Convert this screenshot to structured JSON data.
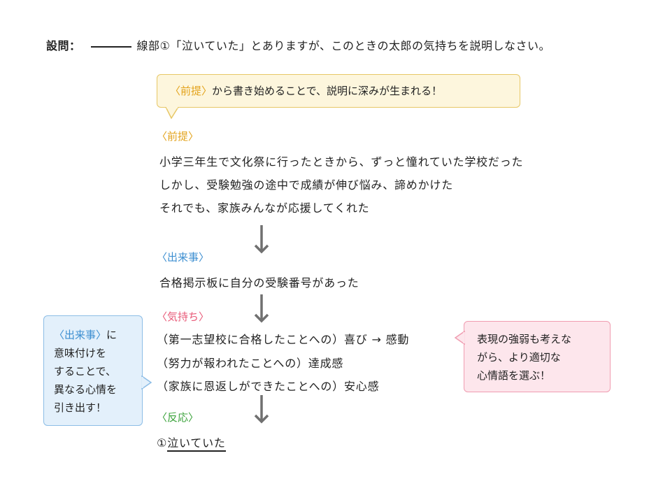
{
  "question": {
    "label": "設問：",
    "text": "線部①「泣いていた」とありますが、このときの太郎の気持ちを説明しなさい。"
  },
  "tip_top": {
    "highlight": "〈前提〉",
    "text": "から書き始めることで、説明に深みが生まれる！"
  },
  "premise": {
    "label": "〈前提〉",
    "lines": [
      "小学三年生で文化祭に行ったときから、ずっと憧れていた学校だった",
      "しかし、受験勉強の途中で成績が伸び悩み、諦めかけた",
      "それでも、家族みんなが応援してくれた"
    ]
  },
  "event": {
    "label": "〈出来事〉",
    "lines": [
      "合格掲示板に自分の受験番号があった"
    ]
  },
  "feeling": {
    "label": "〈気持ち〉",
    "lines": [
      "（第一志望校に合格したことへの）喜び → 感動",
      "（努力が報われたことへの）達成感",
      "（家族に恩返しができたことへの）安心感"
    ]
  },
  "reaction": {
    "label": "〈反応〉",
    "prefix": "①",
    "text": "泣いていた"
  },
  "tip_left": {
    "highlight": "〈出来事〉",
    "line1_rest": "に",
    "lines": [
      "意味付けを",
      "することで、",
      "異なる心情を",
      "引き出す！"
    ]
  },
  "tip_right": {
    "lines": [
      "表現の強弱も考えな",
      "がら、より適切な",
      "心情語を選ぶ！"
    ]
  },
  "colors": {
    "premise": "#e3a31c",
    "event": "#3d8fd1",
    "feeling": "#e85a78",
    "reaction": "#3ca33c",
    "arrow": "#707070"
  }
}
